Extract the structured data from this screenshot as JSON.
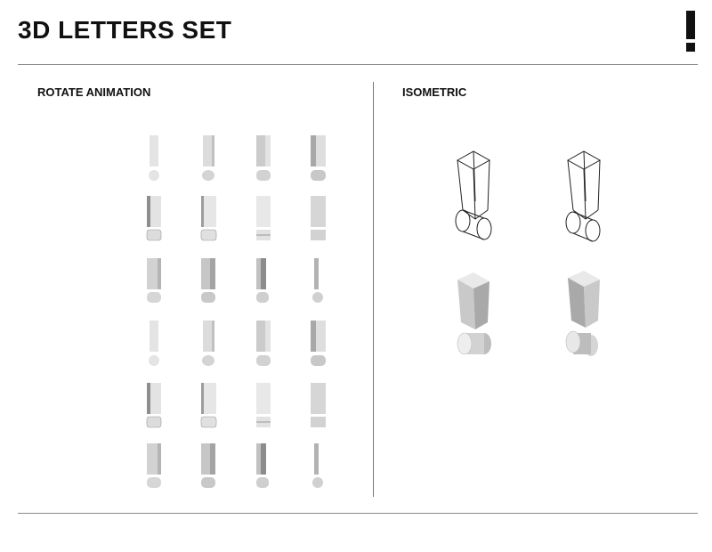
{
  "header": {
    "title": "3D LETTERS SET"
  },
  "sections": {
    "rotate": {
      "label": "ROTATE ANIMATION"
    },
    "isometric": {
      "label": "ISOMETRIC"
    }
  },
  "colors": {
    "rule": "#888888",
    "faceLight": "#e6e6e6",
    "faceMid": "#cfcfcf",
    "faceDark": "#a9a9a9",
    "wire": "#222222"
  },
  "icons": [
    "exclamation-icon"
  ]
}
